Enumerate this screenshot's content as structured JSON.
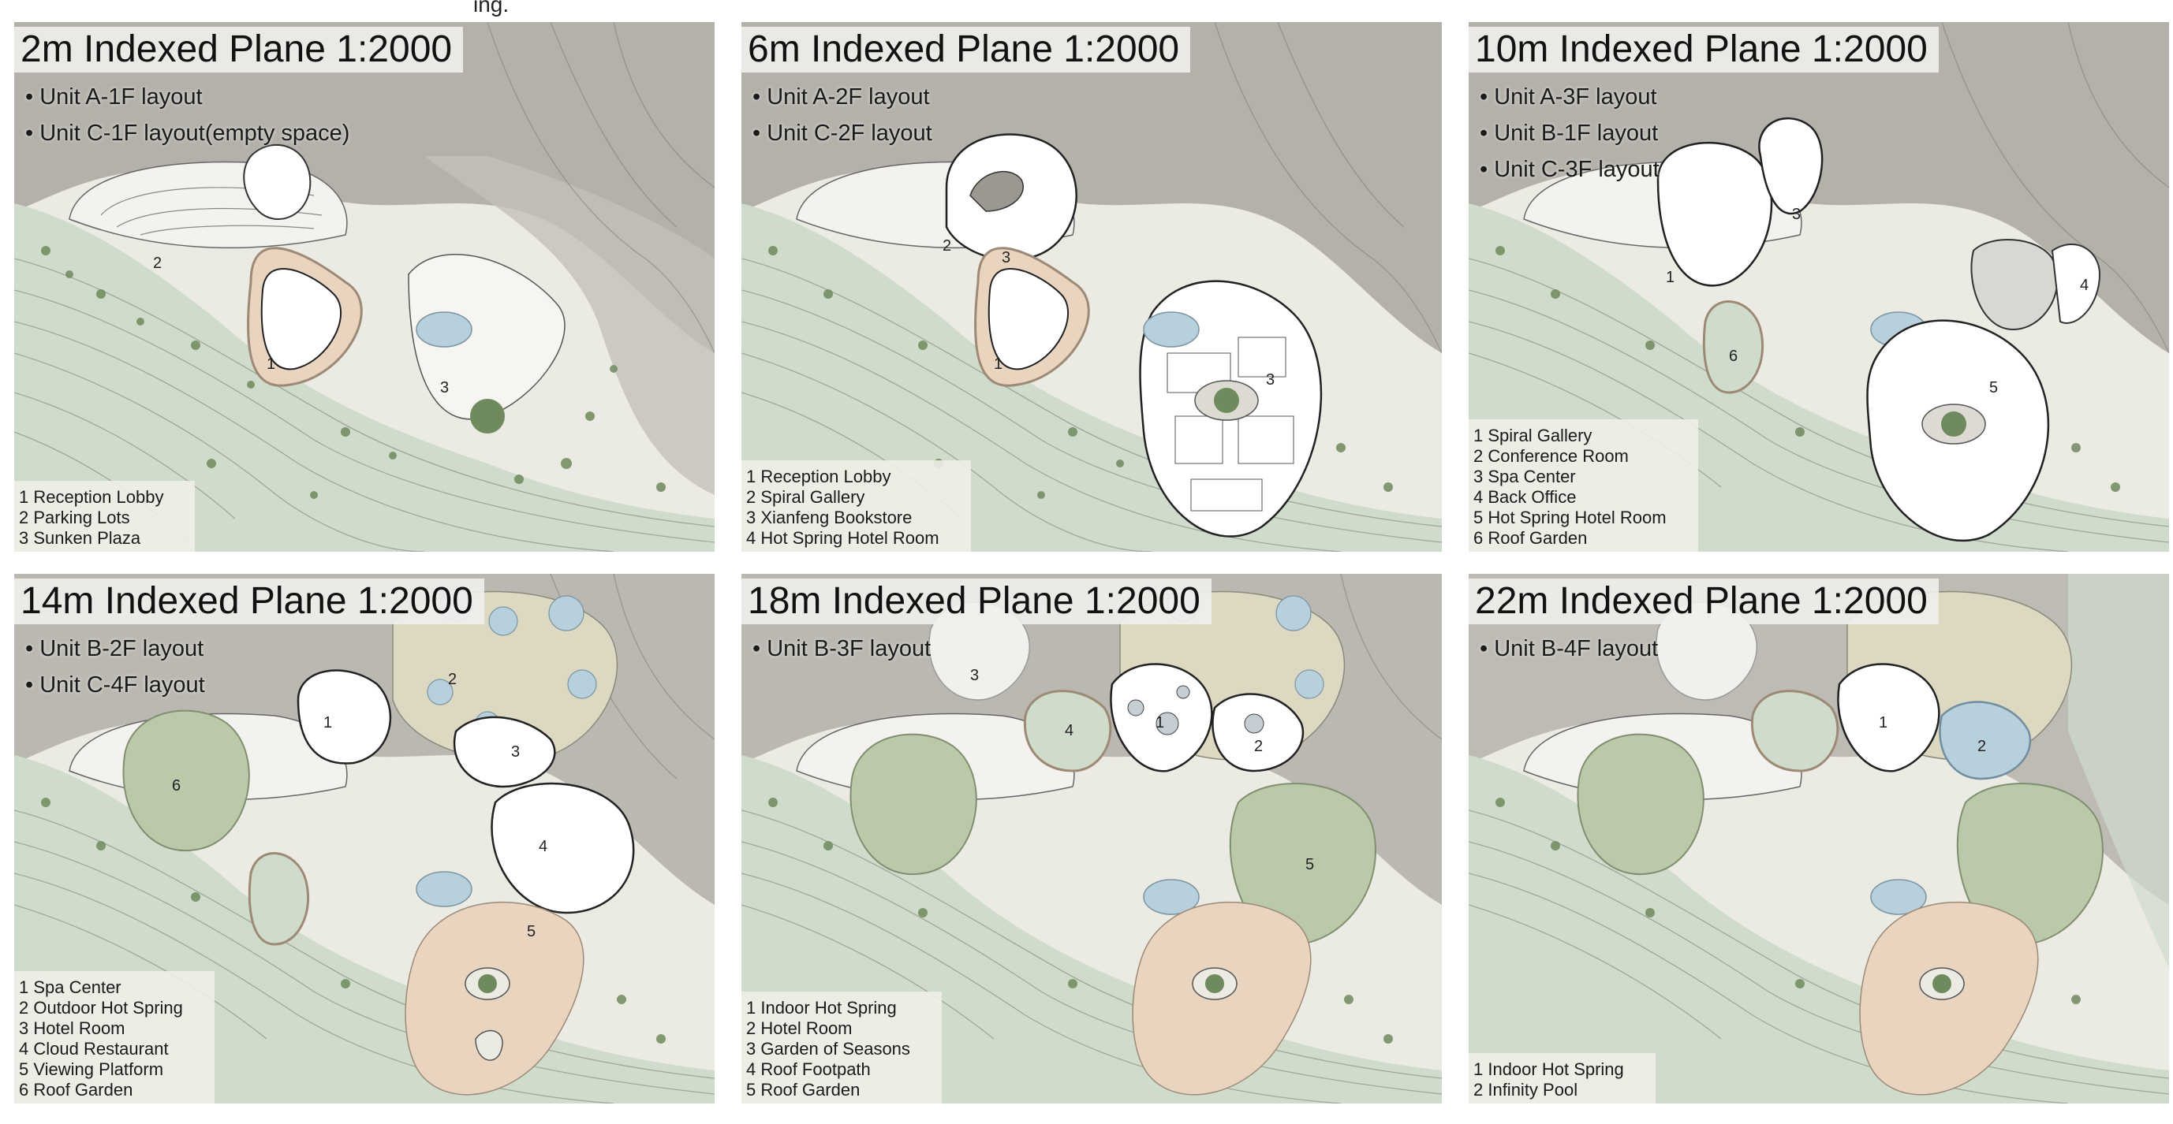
{
  "sheet": {
    "top_fragment": "ing."
  },
  "colors": {
    "terrain_grey": "#a9a7a0",
    "slope_green": "#cfdccb",
    "ground_beige": "#ecebe3",
    "building_white": "#ffffff",
    "roof_garden_green": "#b9c9a9",
    "viewing_platform_tan": "#e8d4bf",
    "pool_blue": "#b8cfdc",
    "tree_green": "#6f8a5e"
  },
  "panels": [
    {
      "title": "2m Indexed Plane 1:2000",
      "units": [
        "Unit A-1F layout",
        "Unit C-1F layout(empty space)"
      ],
      "legend": [
        "1 Reception Lobby",
        "2 Parking Lots",
        "3 Sunken Plaza"
      ],
      "markers": [
        "1",
        "2",
        "3"
      ]
    },
    {
      "title": "6m Indexed Plane 1:2000",
      "units": [
        "Unit A-2F layout",
        "Unit C-2F layout"
      ],
      "legend": [
        "1 Reception Lobby",
        "2 Spiral Gallery",
        "3 Xianfeng Bookstore",
        "4 Hot Spring Hotel Room"
      ],
      "markers": [
        "1",
        "2",
        "3",
        "3"
      ]
    },
    {
      "title": "10m Indexed Plane 1:2000",
      "units": [
        "Unit A-3F layout",
        "Unit B-1F layout",
        "Unit C-3F layout"
      ],
      "legend": [
        "1 Spiral Gallery",
        "2 Conference Room",
        "3 Spa Center",
        "4 Back Office",
        "5 Hot Spring Hotel Room",
        "6 Roof Garden"
      ],
      "markers": [
        "1",
        "3",
        "4",
        "5",
        "6"
      ]
    },
    {
      "title": "14m Indexed Plane 1:2000",
      "units": [
        "Unit B-2F layout",
        "Unit C-4F layout"
      ],
      "legend": [
        "1 Spa Center",
        "2 Outdoor Hot Spring",
        "3 Hotel Room",
        "4 Cloud Restaurant",
        "5 Viewing Platform",
        "6 Roof Garden"
      ],
      "markers": [
        "1",
        "2",
        "3",
        "4",
        "5",
        "6"
      ]
    },
    {
      "title": "18m Indexed Plane 1:2000",
      "units": [
        "Unit B-3F layout"
      ],
      "legend": [
        "1 Indoor Hot Spring",
        "2  Hotel Room",
        "3 Garden of Seasons",
        "4 Roof Footpath",
        "5 Roof Garden"
      ],
      "markers": [
        "1",
        "2",
        "3",
        "4",
        "5"
      ]
    },
    {
      "title": "22m Indexed Plane 1:2000",
      "units": [
        "Unit B-4F layout"
      ],
      "legend": [
        "1 Indoor Hot Spring",
        "2 Infinity Pool"
      ],
      "markers": [
        "1",
        "2"
      ]
    }
  ]
}
